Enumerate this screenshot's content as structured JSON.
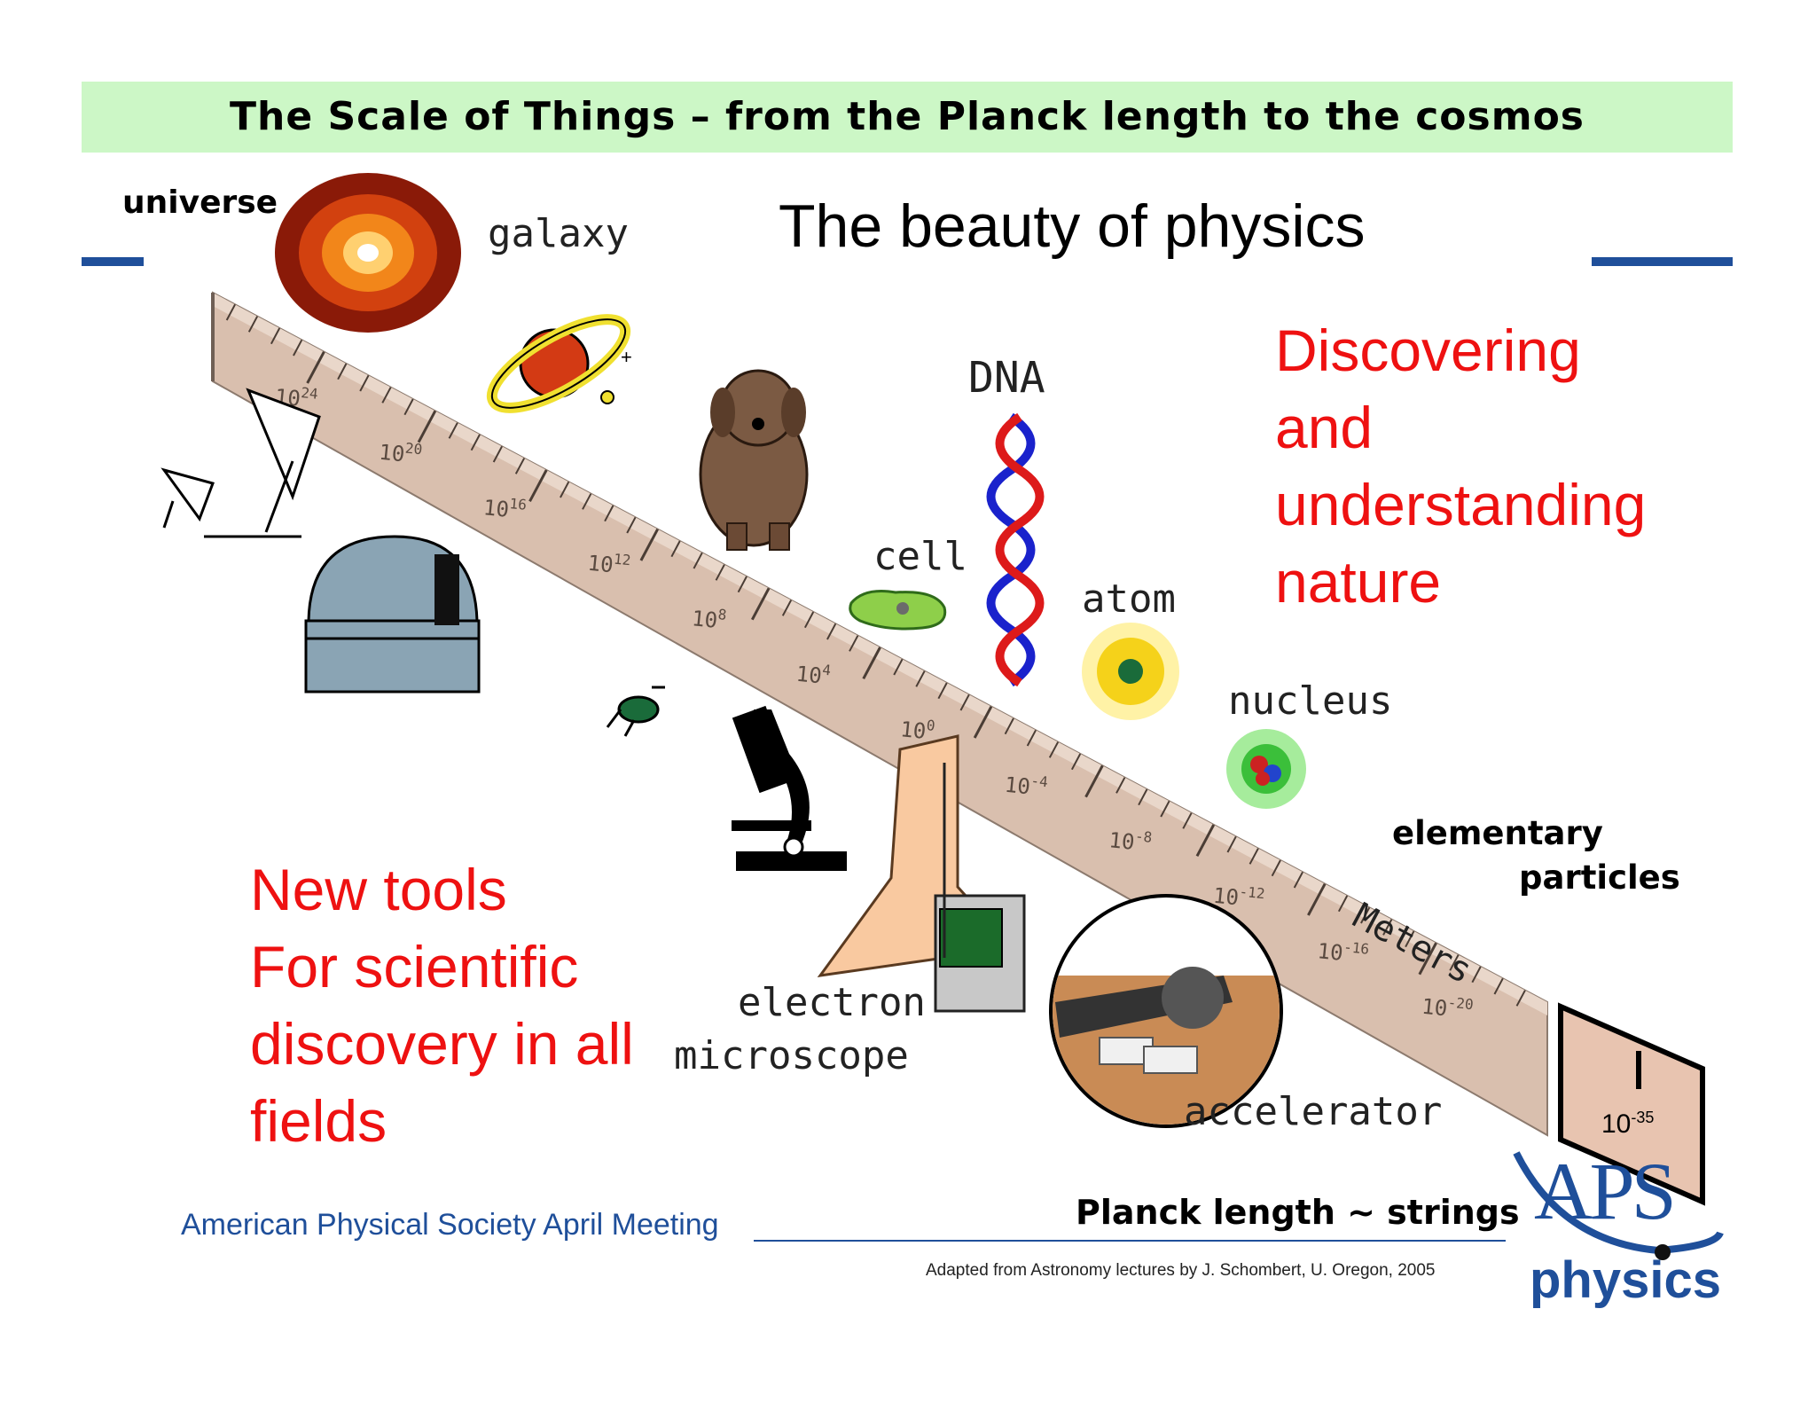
{
  "header": {
    "title": "The Scale of Things – from the Planck length to the cosmos",
    "subtitle": "The beauty of physics"
  },
  "right_text": {
    "lines": [
      "Discovering",
      "and",
      "understanding",
      "nature"
    ]
  },
  "left_text": {
    "lines": [
      "New tools",
      "For scientific",
      "discovery in all",
      "fields"
    ]
  },
  "labels": {
    "universe": "universe",
    "galaxy": "galaxy",
    "dna": "DNA",
    "cell": "cell",
    "atom": "atom",
    "nucleus": "nucleus",
    "elementary_1": "elementary",
    "elementary_2": "particles",
    "electron_1": "electron",
    "electron_2": "microscope",
    "accelerator": "accelerator",
    "meters": "Meters",
    "planck": "Planck length ~ strings"
  },
  "ruler_ticks": [
    {
      "base": "10",
      "exp": "24"
    },
    {
      "base": "10",
      "exp": "20"
    },
    {
      "base": "10",
      "exp": "16"
    },
    {
      "base": "10",
      "exp": "12"
    },
    {
      "base": "10",
      "exp": "8"
    },
    {
      "base": "10",
      "exp": "4"
    },
    {
      "base": "10",
      "exp": "0"
    },
    {
      "base": "10",
      "exp": "-4"
    },
    {
      "base": "10",
      "exp": "-8"
    },
    {
      "base": "10",
      "exp": "-12"
    },
    {
      "base": "10",
      "exp": "-16"
    },
    {
      "base": "10",
      "exp": "-20"
    }
  ],
  "planck_box": {
    "base": "10",
    "exp": "-35"
  },
  "footer": {
    "meeting": "American Physical Society April Meeting",
    "credit": "Adapted from Astronomy lectures by J. Schombert, U. Oregon, 2005",
    "logo_top": "APS",
    "logo_bottom": "physics"
  },
  "colors": {
    "banner": "#ccf7c6",
    "accent_blue": "#1f4f9a",
    "red_text": "#ee1111",
    "ruler": "#d9bfae"
  }
}
